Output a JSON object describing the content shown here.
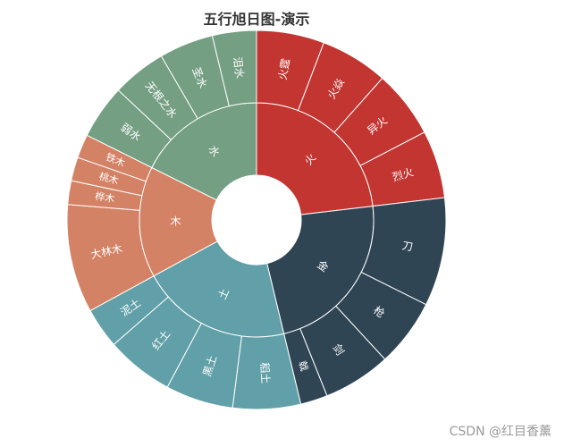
{
  "chart_data": {
    "type": "sunburst",
    "title": "五行旭日图-演示",
    "series": [
      {
        "name": "火",
        "color": "#c23531",
        "children": [
          {
            "name": "火霆",
            "value": 1
          },
          {
            "name": "火焱",
            "value": 1
          },
          {
            "name": "异火",
            "value": 1
          },
          {
            "name": "烈火",
            "value": 1
          }
        ]
      },
      {
        "name": "金",
        "color": "#2f4554",
        "children": [
          {
            "name": "刀",
            "value": 1.6
          },
          {
            "name": "枪",
            "value": 1
          },
          {
            "name": "剑",
            "value": 1
          },
          {
            "name": "戟",
            "value": 0.4
          }
        ]
      },
      {
        "name": "土",
        "color": "#61a0a8",
        "children": [
          {
            "name": "稻土",
            "value": 1
          },
          {
            "name": "黑土",
            "value": 1
          },
          {
            "name": "红土",
            "value": 1
          },
          {
            "name": "泥土",
            "value": 0.6
          }
        ]
      },
      {
        "name": "木",
        "color": "#d48265",
        "children": [
          {
            "name": "大林木",
            "value": 1.6
          },
          {
            "name": "桦木",
            "value": 0.35
          },
          {
            "name": "桃木",
            "value": 0.35
          },
          {
            "name": "铁木",
            "value": 0.35
          }
        ]
      },
      {
        "name": "水",
        "color": "#749f83",
        "children": [
          {
            "name": "弱水",
            "value": 0.8
          },
          {
            "name": "无根之水",
            "value": 0.8
          },
          {
            "name": "圣水",
            "value": 0.8
          },
          {
            "name": "泪水",
            "value": 0.65
          }
        ]
      }
    ]
  },
  "watermark": "CSDN @红目香薰"
}
